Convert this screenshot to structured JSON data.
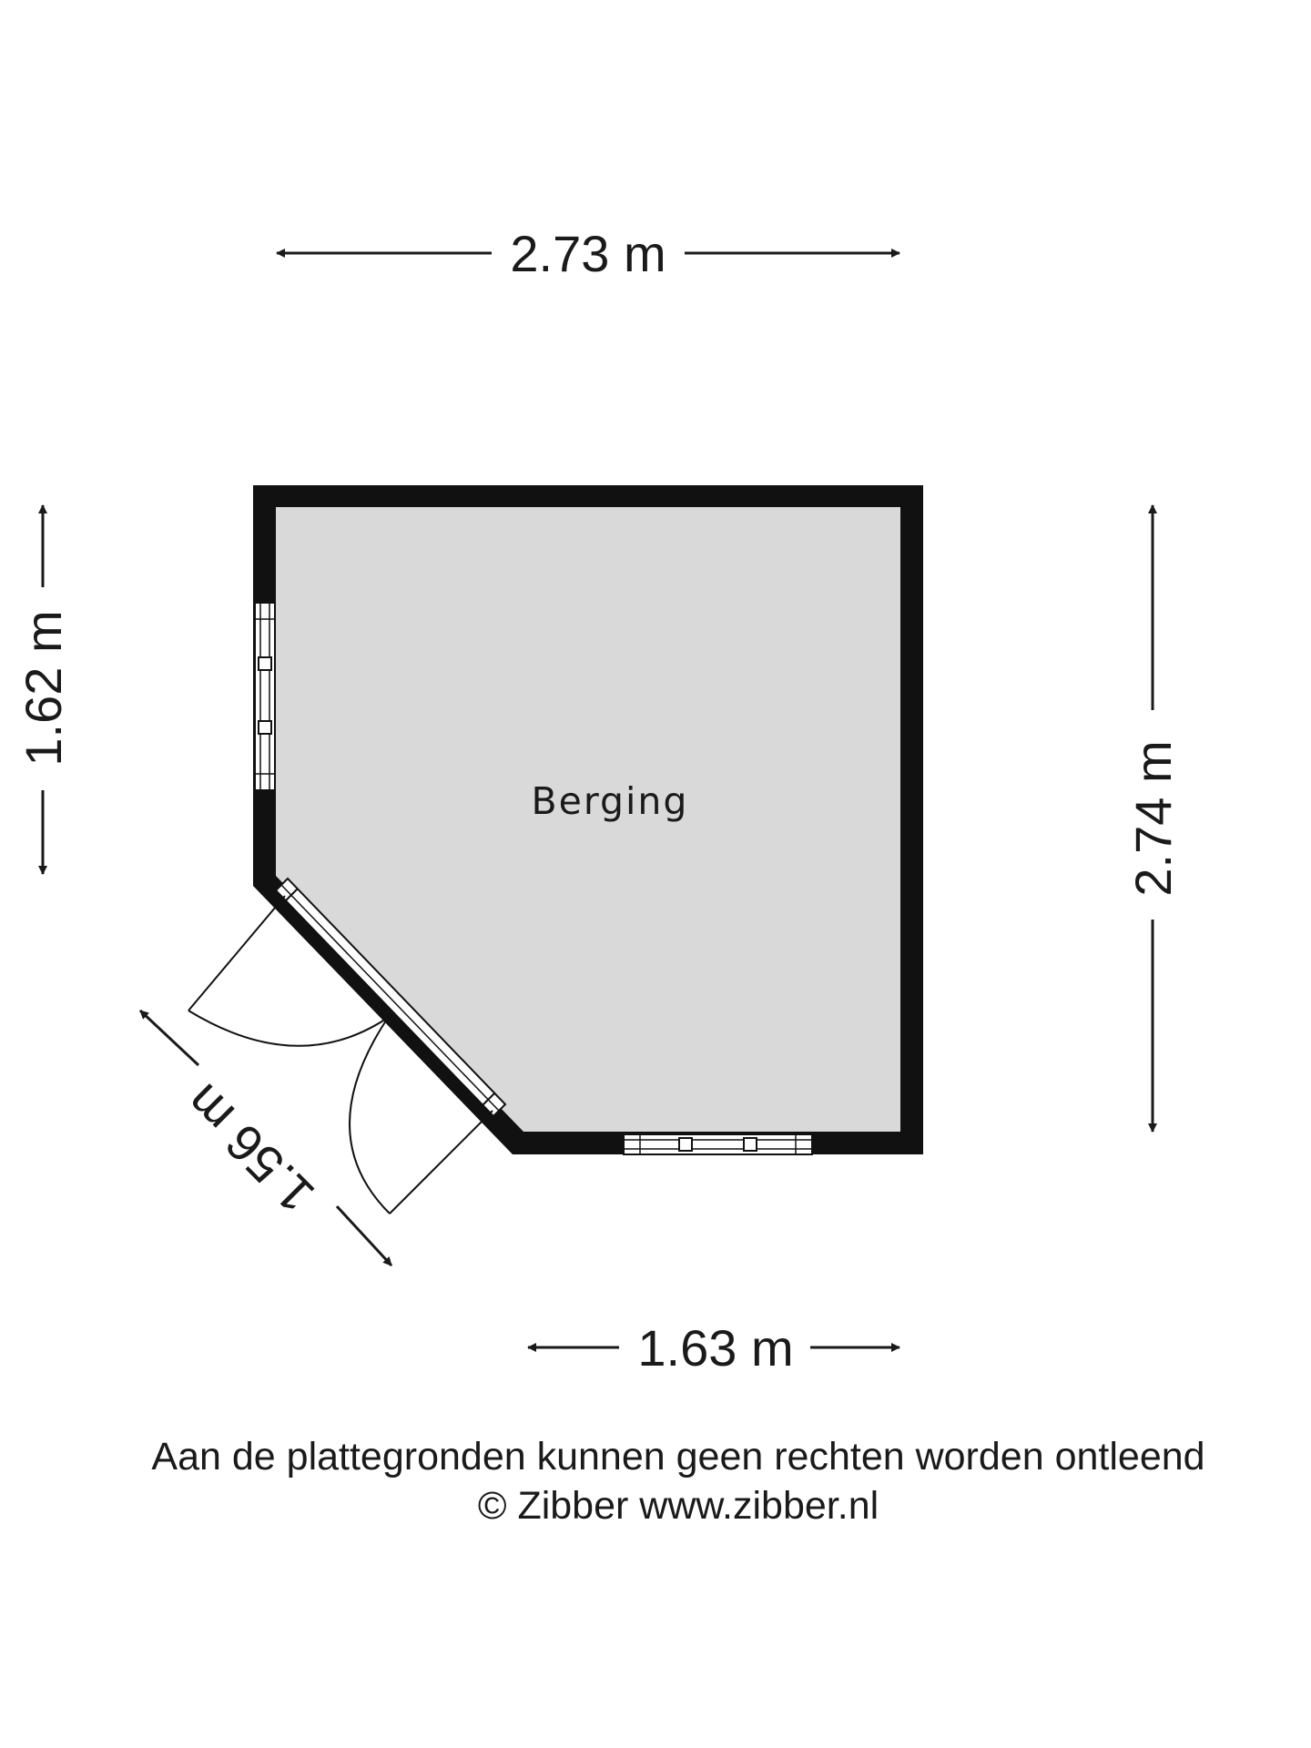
{
  "floorplan": {
    "room_name": "Berging",
    "dimensions": {
      "top": "2.73 m",
      "left": "1.62 m",
      "right": "2.74 m",
      "bottom": "1.63 m",
      "diagonal": "1.56 m"
    },
    "colors": {
      "wall": "#111111",
      "floor": "#d9d9d9",
      "text": "#1a1a1a"
    }
  },
  "footer": {
    "disclaimer": "Aan de plattegronden kunnen geen rechten worden ontleend",
    "credit": "© Zibber www.zibber.nl"
  }
}
